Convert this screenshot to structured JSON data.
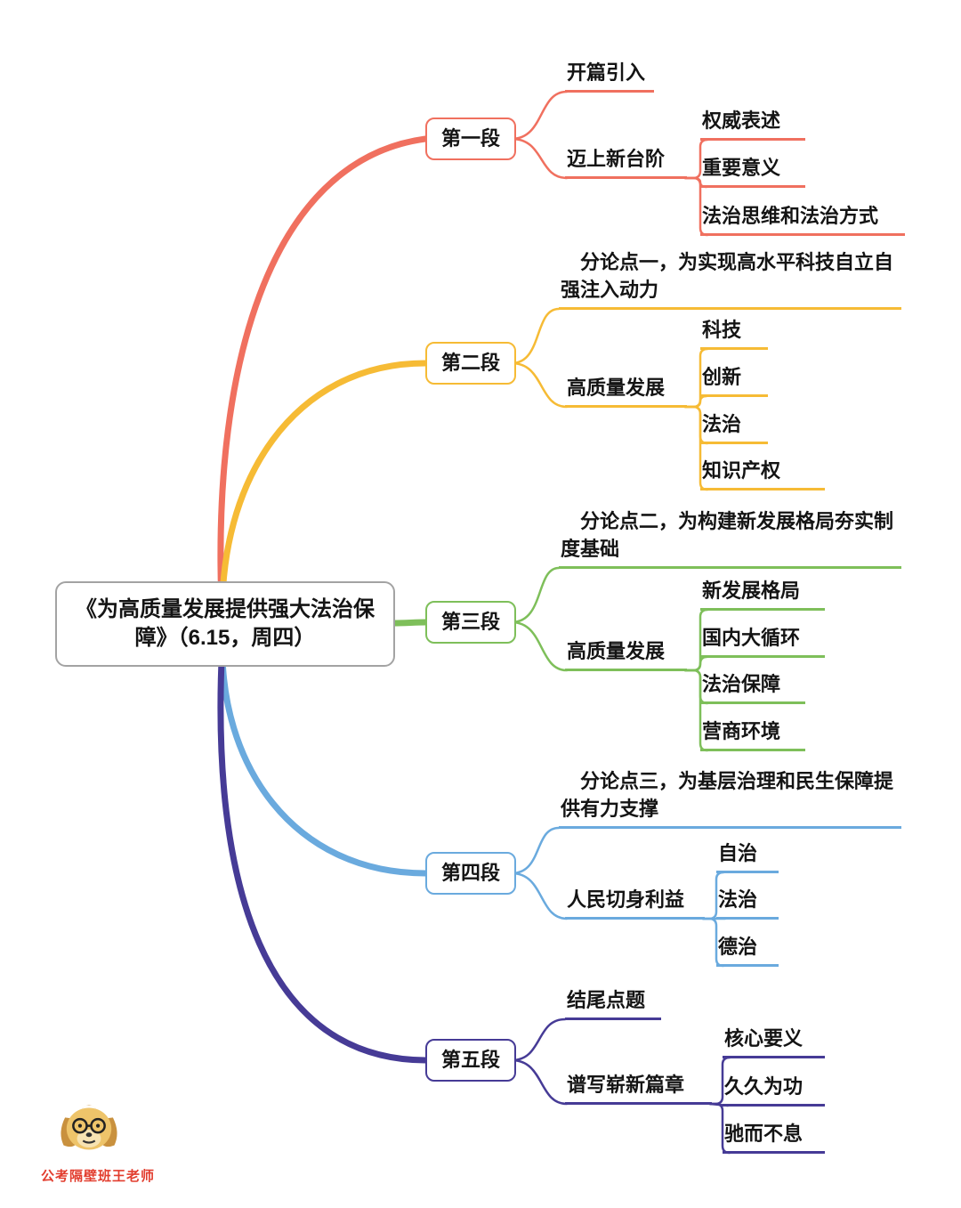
{
  "root": {
    "label": "《为高质量发展提供强大法治保障》（6.15，周四）",
    "border_color": "#a3a3a3"
  },
  "watermark": {
    "label": "公考隔壁班王老师",
    "color": "#e23d2e",
    "mascot": "dog-teacher-icon"
  },
  "branches": [
    {
      "label": "第一段",
      "color": "#f0705f",
      "children": [
        {
          "label": "开篇引入",
          "children": []
        },
        {
          "label": "迈上新台阶",
          "children": [
            {
              "label": "权威表述"
            },
            {
              "label": "重要意义"
            },
            {
              "label": "法治思维和法治方式"
            }
          ]
        }
      ]
    },
    {
      "label": "第二段",
      "color": "#f6bb35",
      "children": [
        {
          "label": "分论点一，为实现高水平科技自立自强注入动力",
          "children": []
        },
        {
          "label": "高质量发展",
          "children": [
            {
              "label": "科技"
            },
            {
              "label": "创新"
            },
            {
              "label": "法治"
            },
            {
              "label": "知识产权"
            }
          ]
        }
      ]
    },
    {
      "label": "第三段",
      "color": "#7ebf5a",
      "children": [
        {
          "label": "分论点二，为构建新发展格局夯实制度基础",
          "children": []
        },
        {
          "label": "高质量发展",
          "children": [
            {
              "label": "新发展格局"
            },
            {
              "label": "国内大循环"
            },
            {
              "label": "法治保障"
            },
            {
              "label": "营商环境"
            }
          ]
        }
      ]
    },
    {
      "label": "第四段",
      "color": "#6aaade",
      "children": [
        {
          "label": "分论点三，为基层治理和民生保障提供有力支撑",
          "children": []
        },
        {
          "label": "人民切身利益",
          "children": [
            {
              "label": "自治"
            },
            {
              "label": "法治"
            },
            {
              "label": "德治"
            }
          ]
        }
      ]
    },
    {
      "label": "第五段",
      "color": "#463b96",
      "children": [
        {
          "label": "结尾点题",
          "children": []
        },
        {
          "label": "谱写崭新篇章",
          "children": [
            {
              "label": "核心要义"
            },
            {
              "label": "久久为功"
            },
            {
              "label": "驰而不息"
            }
          ]
        }
      ]
    }
  ]
}
